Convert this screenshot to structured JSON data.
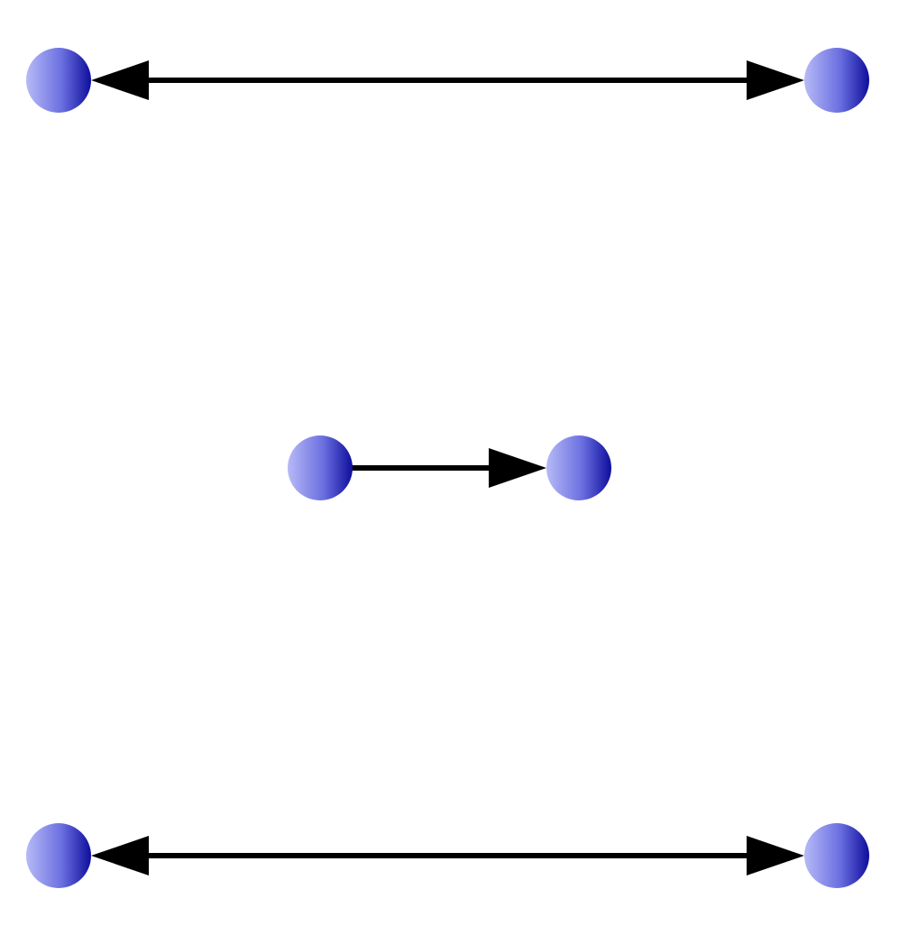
{
  "diagram": {
    "node_gradient": {
      "light": "#b7baf6",
      "mid": "#6a6fe0",
      "dark": "#0e0e9c"
    },
    "edge_color": "#000000",
    "nodes": [
      {
        "id": "n1"
      },
      {
        "id": "n2"
      },
      {
        "id": "n3"
      },
      {
        "id": "n4"
      },
      {
        "id": "n5"
      },
      {
        "id": "n6"
      }
    ],
    "edges": [
      {
        "from": "n1",
        "to": "n2",
        "direction": "both"
      },
      {
        "from": "n3",
        "to": "n4",
        "direction": "forward"
      },
      {
        "from": "n5",
        "to": "n6",
        "direction": "both"
      }
    ]
  }
}
